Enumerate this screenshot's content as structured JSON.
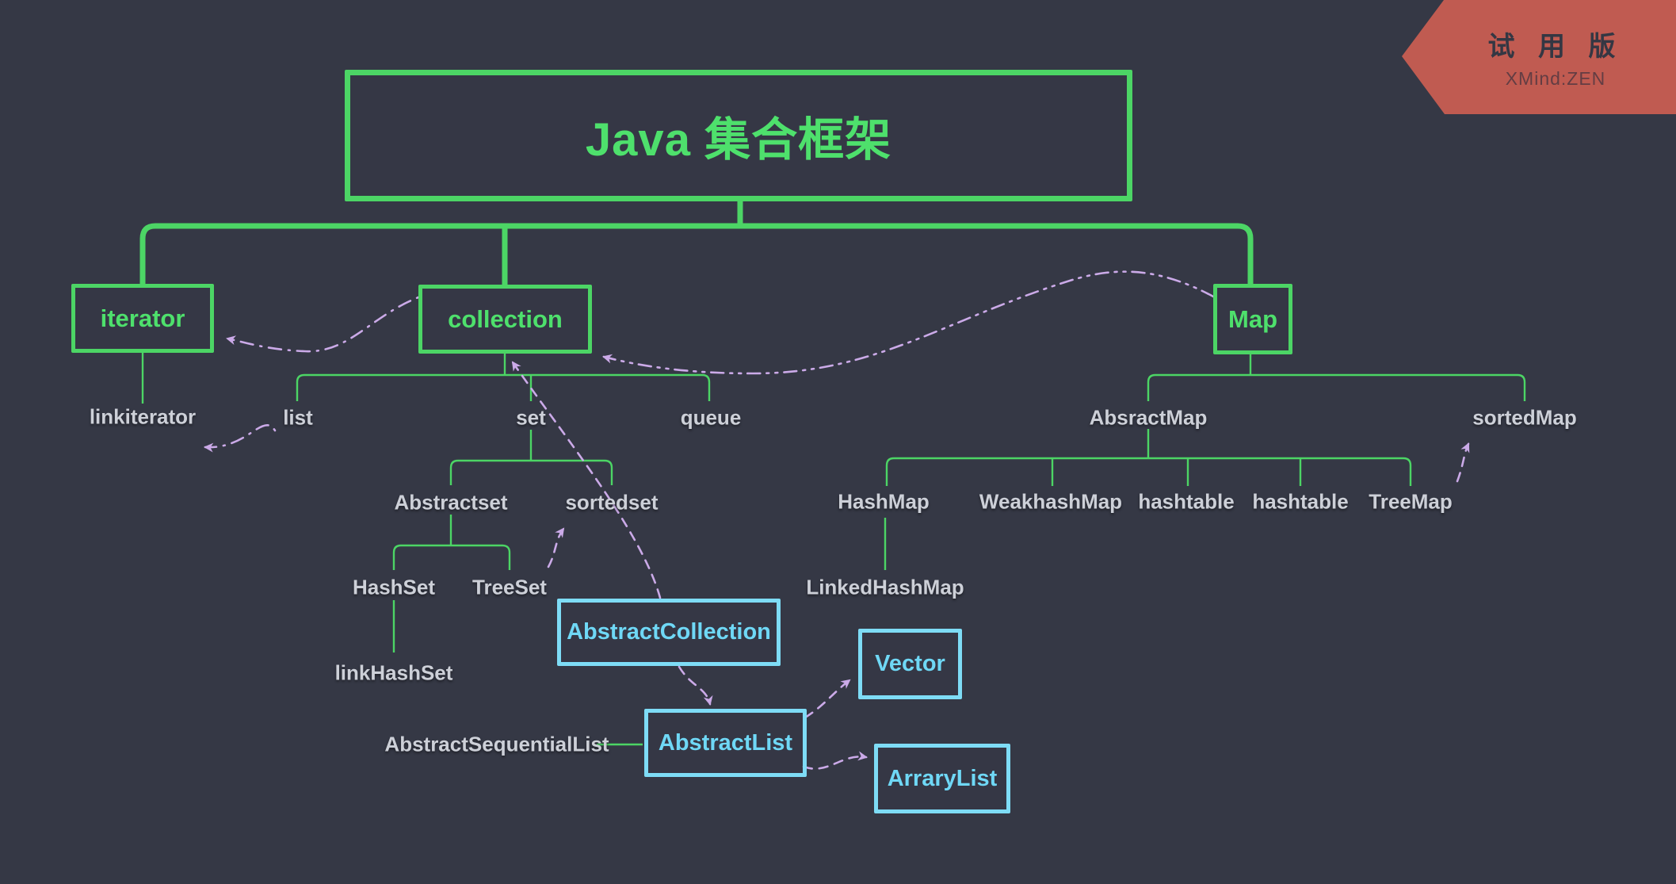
{
  "badge": {
    "label": "试 用 版",
    "product": "XMind:ZEN"
  },
  "colors": {
    "background": "#353845",
    "branch_green": "#4cd565",
    "topic_green_text": "#4ee06c",
    "floating_cyan": "#7edcf6",
    "relationship_purple": "#cbaae8",
    "label_gray": "#cdd0d8",
    "badge_red": "#c05b51"
  },
  "nodes": {
    "root": "Java 集合框架",
    "iterator": "iterator",
    "collection": "collection",
    "map": "Map",
    "linkiterator": "linkiterator",
    "list": "list",
    "set": "set",
    "queue": "queue",
    "absractmap": "AbsractMap",
    "sortedmap": "sortedMap",
    "abstractset": "Abstractset",
    "sortedset": "sortedset",
    "hashset": "HashSet",
    "treeset": "TreeSet",
    "linkhashset": "linkHashSet",
    "hashmap": "HashMap",
    "weakhashmap": "WeakhashMap",
    "hashtable1": "hashtable",
    "hashtable2": "hashtable",
    "treemap": "TreeMap",
    "linkedhashmap": "LinkedHashMap",
    "abstractcollection": "AbstractCollection",
    "vector": "Vector",
    "abstractlist": "AbstractList",
    "arrarylist": "ArraryList",
    "abstractsequentiallist": "AbstractSequentialList"
  },
  "tree": {
    "label": "Java 集合框架",
    "children": [
      {
        "label": "iterator",
        "children": [
          {
            "label": "linkiterator"
          }
        ]
      },
      {
        "label": "collection",
        "children": [
          {
            "label": "list"
          },
          {
            "label": "set",
            "children": [
              {
                "label": "Abstractset",
                "children": [
                  {
                    "label": "HashSet",
                    "children": [
                      {
                        "label": "linkHashSet"
                      }
                    ]
                  },
                  {
                    "label": "TreeSet"
                  }
                ]
              },
              {
                "label": "sortedset"
              }
            ]
          },
          {
            "label": "queue"
          }
        ]
      },
      {
        "label": "Map",
        "children": [
          {
            "label": "AbsractMap",
            "children": [
              {
                "label": "HashMap",
                "children": [
                  {
                    "label": "LinkedHashMap"
                  }
                ]
              },
              {
                "label": "WeakhashMap"
              },
              {
                "label": "hashtable"
              },
              {
                "label": "hashtable"
              },
              {
                "label": "TreeMap"
              }
            ]
          },
          {
            "label": "sortedMap"
          }
        ]
      }
    ]
  },
  "floating_topics": [
    "AbstractCollection",
    "Vector",
    "AbstractList",
    "ArraryList",
    "AbstractSequentialList"
  ],
  "relationships": [
    {
      "from": "collection",
      "to": "iterator",
      "style": "dash-dot"
    },
    {
      "from": "list",
      "to": "linkiterator",
      "style": "dash-dot"
    },
    {
      "from": "Map",
      "to": "collection",
      "style": "dash-dot-dot"
    },
    {
      "from": "TreeSet",
      "to": "sortedset",
      "style": "dashed"
    },
    {
      "from": "AbstractCollection",
      "to": "collection",
      "style": "dashed"
    },
    {
      "from": "AbstractCollection",
      "to": "AbstractList",
      "style": "dashed"
    },
    {
      "from": "AbstractList",
      "to": "Vector",
      "style": "dashed"
    },
    {
      "from": "AbstractList",
      "to": "ArraryList",
      "style": "dashed"
    },
    {
      "from": "TreeMap",
      "to": "sortedMap",
      "style": "dashed"
    },
    {
      "from": "AbstractSequentialList",
      "to": "AbstractList",
      "style": "solid-green"
    }
  ]
}
